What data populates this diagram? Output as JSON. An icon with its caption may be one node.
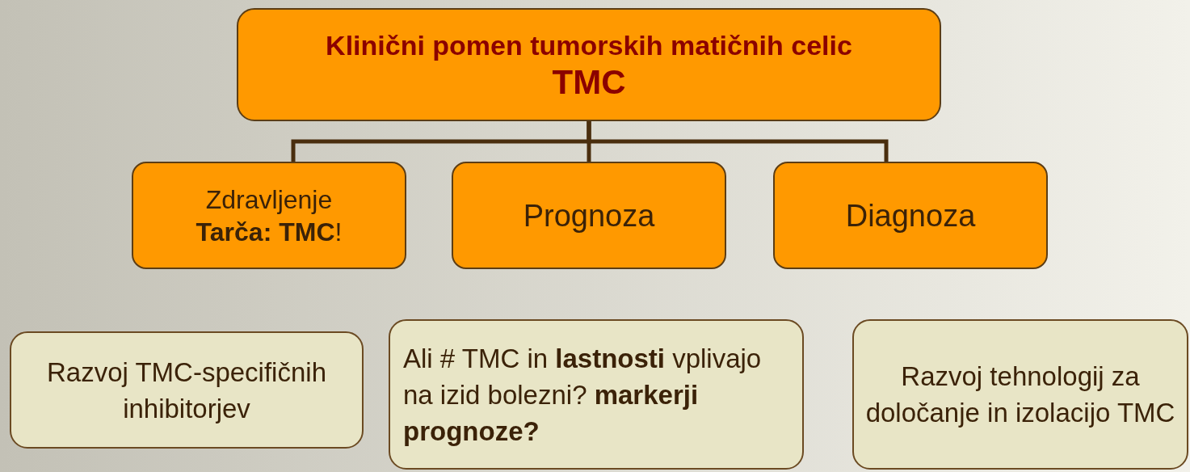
{
  "diagram": {
    "nodes": [
      {
        "text": [
          "Klinični pomen tumorskih matičnih celic",
          "TMC"
        ]
      },
      {
        "text": [
          "Zdravljenje",
          "**Tarča: TMC**!"
        ]
      },
      {
        "text": [
          "Prognoza"
        ]
      },
      {
        "text": [
          "Diagnoza"
        ]
      },
      {
        "text": [
          "Razvoj TMC-specifičnih inhibitorjev"
        ]
      },
      {
        "text": [
          "Ali # TMC in **lastnosti** vplivajo na izid bolezni? **markerji prognoze?**"
        ]
      },
      {
        "text": [
          "Razvoj tehnologij za določanje in izolacijo TMC"
        ]
      }
    ],
    "edges": [
      {
        "from": 0,
        "to": 1,
        "arrow": "none"
      },
      {
        "from": 0,
        "to": 2,
        "arrow": "none"
      },
      {
        "from": 0,
        "to": 3,
        "arrow": "none"
      }
    ]
  }
}
